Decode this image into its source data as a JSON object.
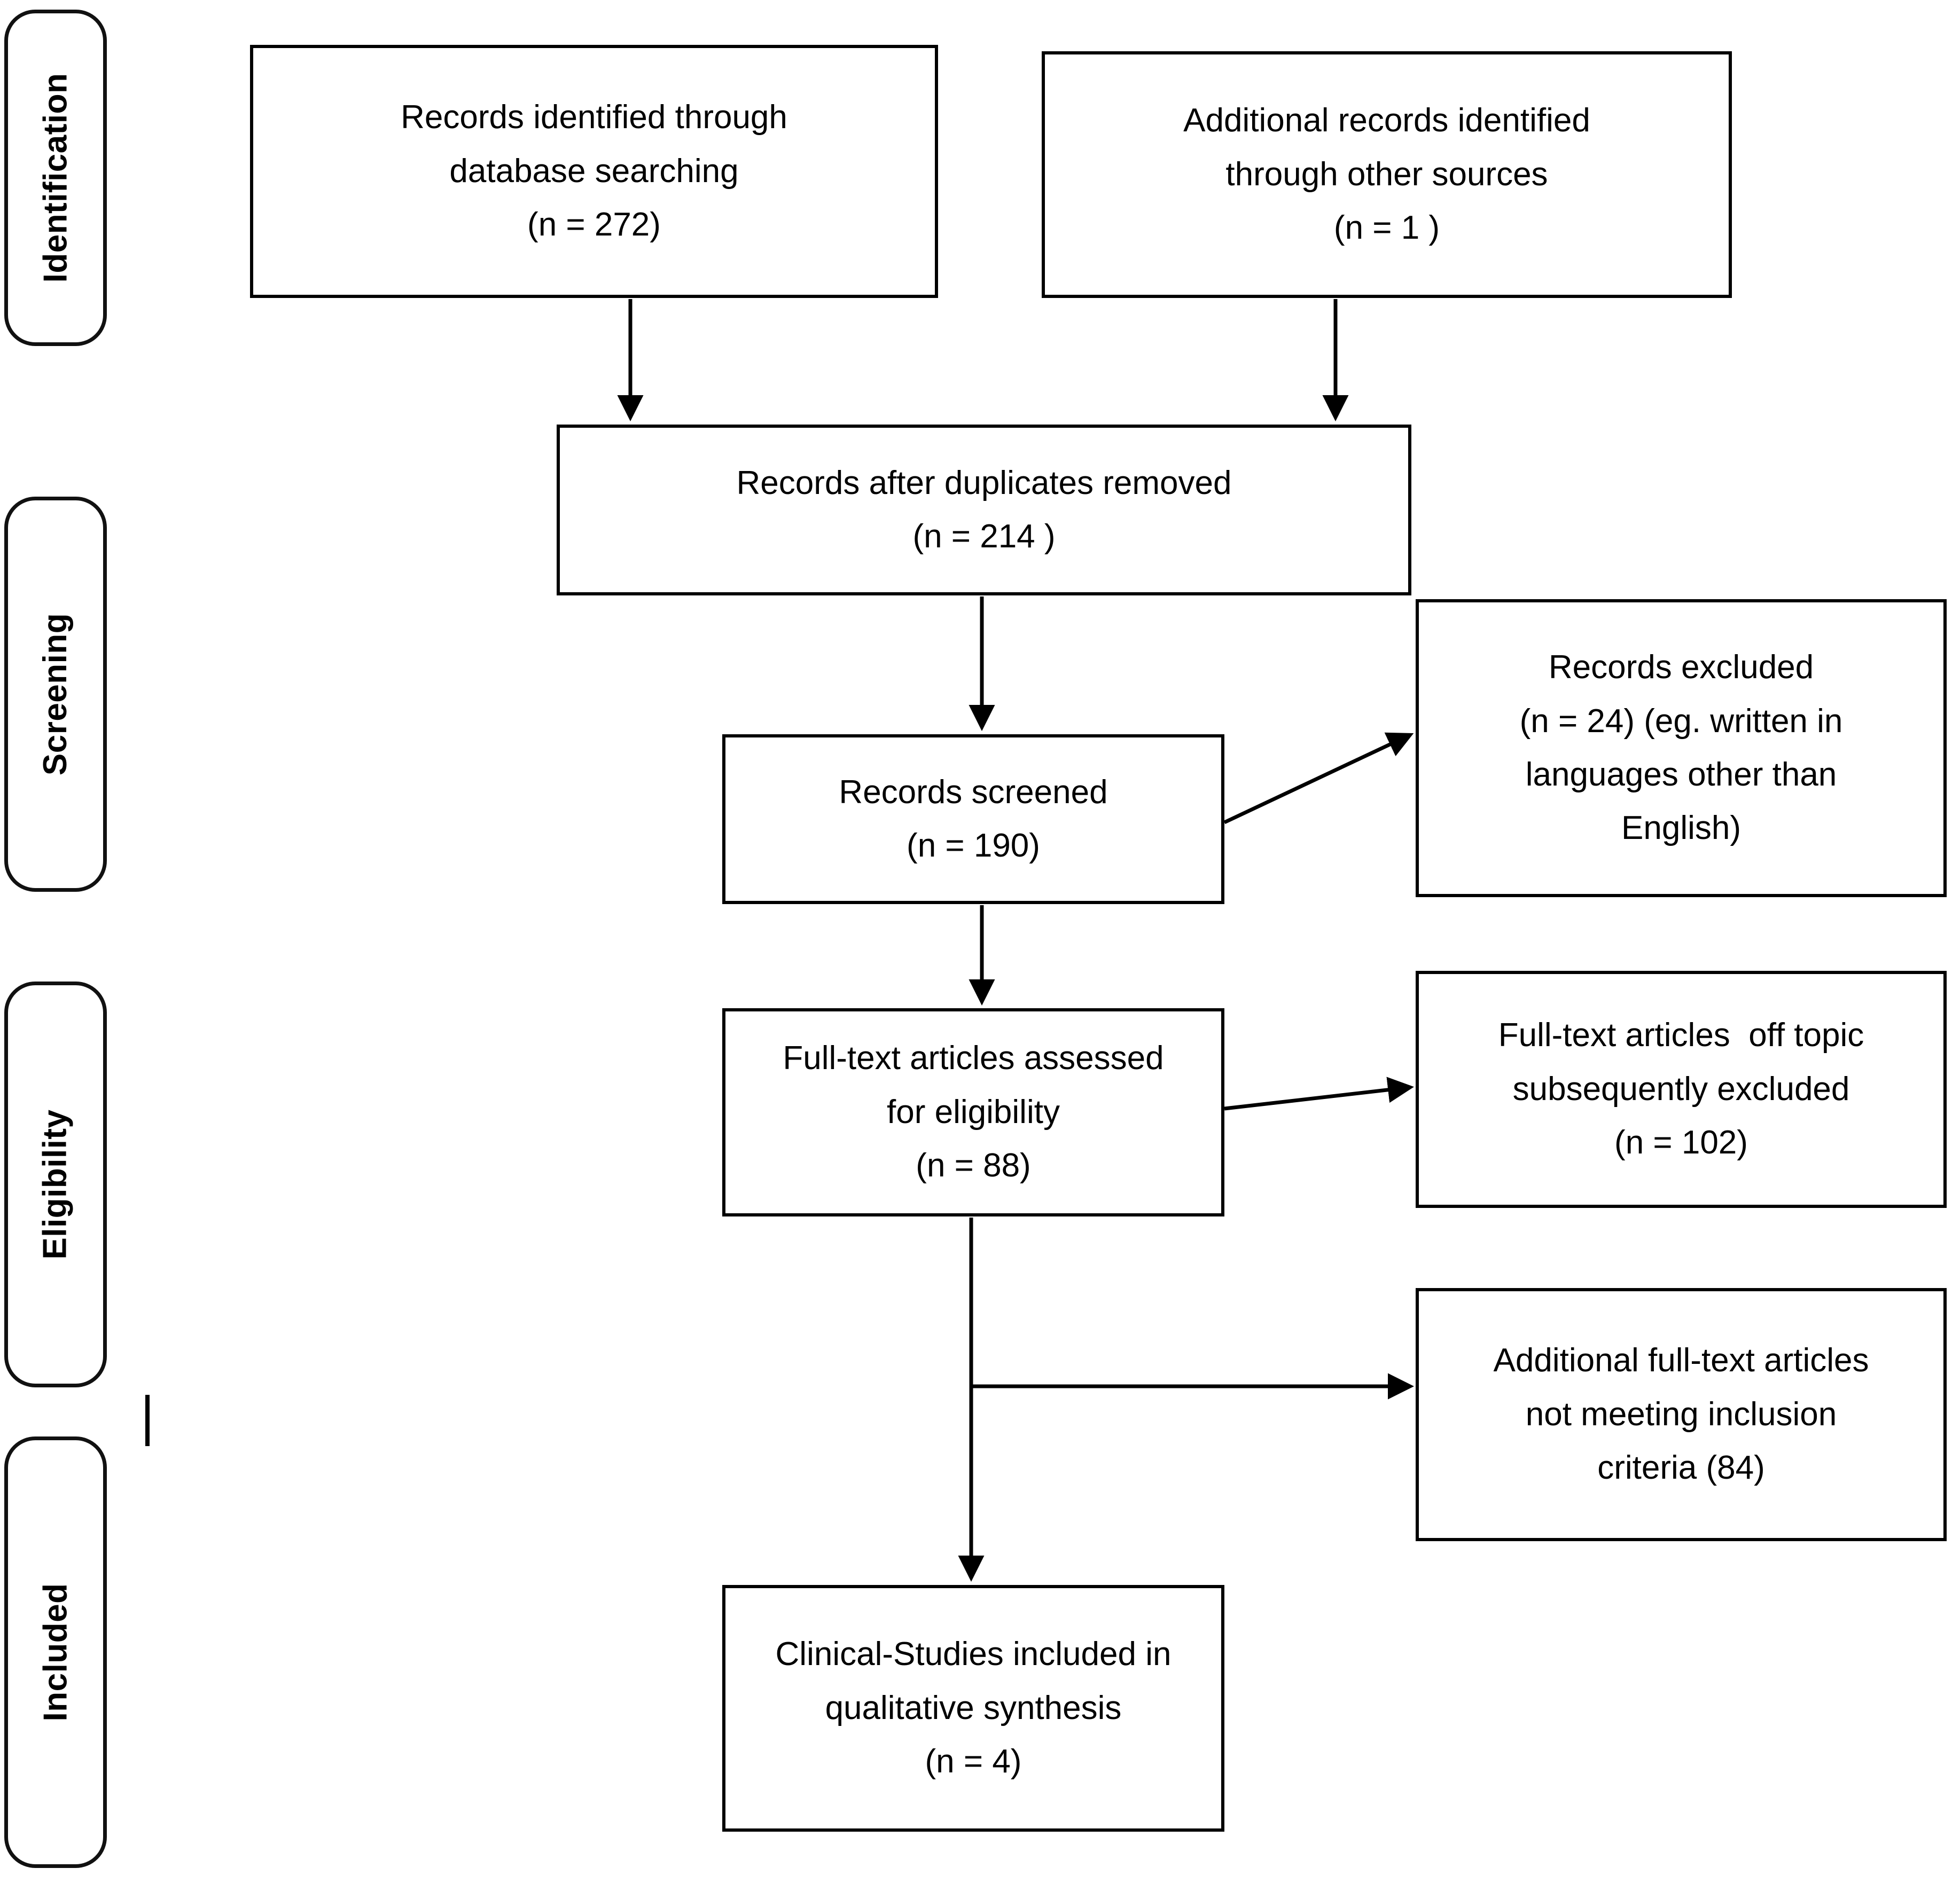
{
  "diagram": {
    "title": "PRISMA study selection flow diagram",
    "stroke_color": "#000000",
    "background_color": "#ffffff"
  },
  "phases": [
    {
      "id": "identification",
      "label": "Identification"
    },
    {
      "id": "screening",
      "label": "Screening"
    },
    {
      "id": "eligibility",
      "label": "Eligibility"
    },
    {
      "id": "included",
      "label": "Included"
    }
  ],
  "boxes": {
    "database_records": {
      "line1": "Records identified through",
      "line2": "database searching",
      "line3": "(n = 272)"
    },
    "other_records": {
      "line1": "Additional records identified",
      "line2": "through other sources",
      "line3": "(n = 1 )"
    },
    "duplicates_removed": {
      "line1": "Records after duplicates removed",
      "line2": "(n = 214 )"
    },
    "records_screened": {
      "line1": "Records screened",
      "line2": "(n = 190)"
    },
    "records_excluded": {
      "line1": "Records excluded",
      "line2": "(n = 24) (eg. written in",
      "line3": "languages other than",
      "line4": "English)"
    },
    "fulltext_assessed": {
      "line1": "Full-text articles assessed",
      "line2": "for eligibility",
      "line3": "(n = 88)"
    },
    "fulltext_offtopic": {
      "line1": "Full-text articles  off topic",
      "line2": "subsequently excluded",
      "line3": "(n = 102)"
    },
    "additional_excluded": {
      "line1": "Additional full-text articles",
      "line2": "not meeting inclusion",
      "line3": "criteria (84)"
    },
    "included_studies": {
      "line1": "Clinical-Studies included in",
      "line2": "qualitative synthesis",
      "line3": "(n = 4)"
    }
  },
  "flow_data": {
    "type": "prisma-flow",
    "counts": {
      "database_searching": 272,
      "other_sources": 1,
      "after_duplicates_removed": 214,
      "records_screened": 190,
      "records_excluded": 24,
      "fulltext_assessed": 88,
      "fulltext_offtopic_excluded": 102,
      "additional_not_meeting_inclusion": 84,
      "included_in_qualitative_synthesis": 4
    }
  }
}
